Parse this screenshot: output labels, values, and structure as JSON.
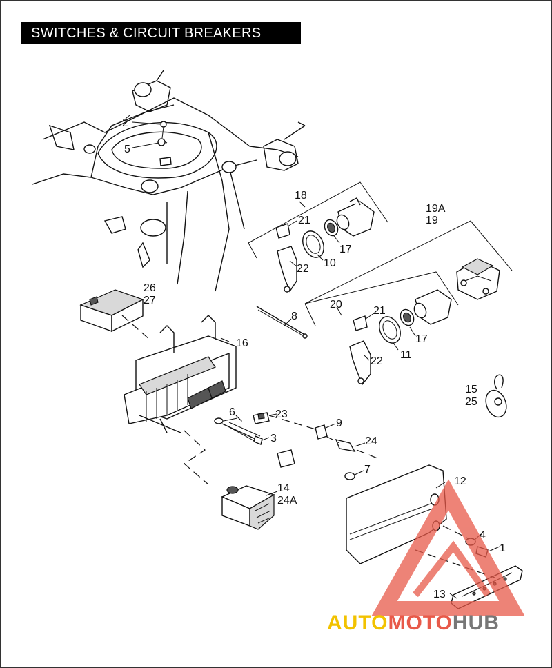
{
  "title": "SWITCHES & CIRCUIT BREAKERS",
  "callouts": {
    "c1": "1",
    "c2": "2",
    "c3": "3",
    "c4": "4",
    "c5": "5",
    "c6": "6",
    "c7": "7",
    "c8": "8",
    "c9": "9",
    "c10a": "10",
    "c11": "11",
    "c12": "12",
    "c13": "13",
    "c14": "14",
    "c24a": "24A",
    "c15": "15",
    "c25": "25",
    "c16": "16",
    "c17a": "17",
    "c17b": "17",
    "c18": "18",
    "c19a": "19A",
    "c19": "19",
    "c20": "20",
    "c21a": "21",
    "c21b": "21",
    "c22a": "22",
    "c22b": "22",
    "c23": "23",
    "c24": "24",
    "c26": "26",
    "c27": "27"
  },
  "watermark": {
    "part1": "AUTO",
    "part2": "MOTO",
    "part3": "HUB",
    "colors": {
      "yellow": "#f2c200",
      "red": "#e85a4a",
      "gray": "#777777"
    }
  }
}
